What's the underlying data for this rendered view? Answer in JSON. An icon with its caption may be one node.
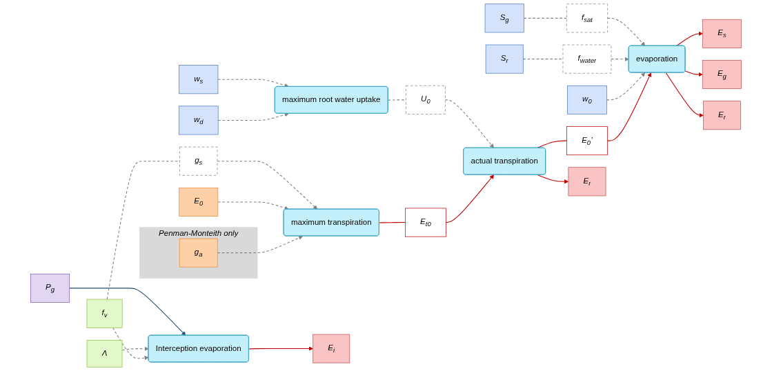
{
  "diagram": {
    "nodes": [
      {
        "text": [
          "P$_{g}$"
        ]
      },
      {
        "text": [
          "Λ"
        ]
      },
      {
        "text": [
          "f$_{v}$"
        ]
      },
      {
        "text": [
          "E$_{0}$"
        ]
      },
      {
        "text": [
          "Penman-Monteith only"
        ]
      },
      {
        "text": [
          "g$_{a}$"
        ],
        "in": 4
      },
      {
        "text": [
          "w$_{s}$"
        ]
      },
      {
        "text": [
          "w$_{d}$"
        ]
      },
      {
        "text": [
          "S$_{g}$"
        ]
      },
      {
        "text": [
          "S$_{r}$"
        ]
      },
      {
        "text": [
          "w$_{0}$"
        ]
      },
      {
        "text": [
          "maximum root water uptake"
        ]
      },
      {
        "text": [
          "g$_{s}$"
        ]
      },
      {
        "text": [
          "U$_{0}$"
        ]
      },
      {
        "text": [
          "f$_{sat}$"
        ]
      },
      {
        "text": [
          "f$_{water}$"
        ]
      },
      {
        "text": [
          "Interception evaporation"
        ]
      },
      {
        "text": [
          "maximum transpiration"
        ]
      },
      {
        "text": [
          "E$_{t0}$"
        ]
      },
      {
        "text": [
          "actual transpiration"
        ]
      },
      {
        "text": [
          "E$_{0}$’"
        ]
      },
      {
        "text": [
          "evaporation"
        ]
      },
      {
        "text": [
          "E$_{i}$"
        ]
      },
      {
        "text": [
          "E$_{r}$"
        ]
      },
      {
        "text": [
          "E$_{s}$"
        ]
      },
      {
        "text": [
          "E$_{g}$"
        ]
      },
      {
        "text": [
          "E$_{r}$"
        ]
      }
    ],
    "edges": [
      {
        "from": 0,
        "to": 16,
        "arrow": "to",
        "color": "#1f4e79"
      },
      {
        "from": 1,
        "to": 16,
        "arrow": "to",
        "style": "dashed"
      },
      {
        "from": 2,
        "to": 16,
        "arrow": "to",
        "style": "dashed"
      },
      {
        "from": 2,
        "to": 12,
        "arrow": "none",
        "style": "dashed"
      },
      {
        "from": 12,
        "to": 17,
        "arrow": "to",
        "style": "dashed"
      },
      {
        "from": 3,
        "to": 17,
        "arrow": "to",
        "style": "dashed"
      },
      {
        "from": 5,
        "to": 17,
        "arrow": "to",
        "style": "dashed"
      },
      {
        "from": 6,
        "to": 11,
        "arrow": "to",
        "style": "dashed"
      },
      {
        "from": 7,
        "to": 11,
        "arrow": "to",
        "style": "dashed"
      },
      {
        "from": 11,
        "to": 13,
        "arrow": "none",
        "style": "dashed"
      },
      {
        "from": 13,
        "to": 19,
        "arrow": "to",
        "style": "dashed"
      },
      {
        "from": 8,
        "to": 14,
        "arrow": "none",
        "style": "dashed"
      },
      {
        "from": 9,
        "to": 15,
        "arrow": "none",
        "style": "dashed"
      },
      {
        "from": 14,
        "to": 21,
        "arrow": "to",
        "style": "dashed"
      },
      {
        "from": 15,
        "to": 21,
        "arrow": "to",
        "style": "dashed"
      },
      {
        "from": 10,
        "to": 21,
        "arrow": "to",
        "style": "dashed"
      },
      {
        "from": 17,
        "to": 18,
        "arrow": "none",
        "color": "#c00000"
      },
      {
        "from": 18,
        "to": 19,
        "arrow": "to",
        "color": "#c00000"
      },
      {
        "from": 19,
        "to": 20,
        "arrow": "none",
        "color": "#c00000"
      },
      {
        "from": 20,
        "to": 21,
        "arrow": "to",
        "color": "#c00000"
      },
      {
        "from": 16,
        "to": 22,
        "arrow": "to",
        "color": "#c00000"
      },
      {
        "from": 19,
        "to": 23,
        "arrow": "to",
        "color": "#c00000"
      },
      {
        "from": 21,
        "to": 24,
        "arrow": "to",
        "color": "#c00000"
      },
      {
        "from": 21,
        "to": 25,
        "arrow": "to",
        "color": "#c00000"
      },
      {
        "from": 21,
        "to": 26,
        "arrow": "to",
        "color": "#c00000"
      }
    ]
  }
}
